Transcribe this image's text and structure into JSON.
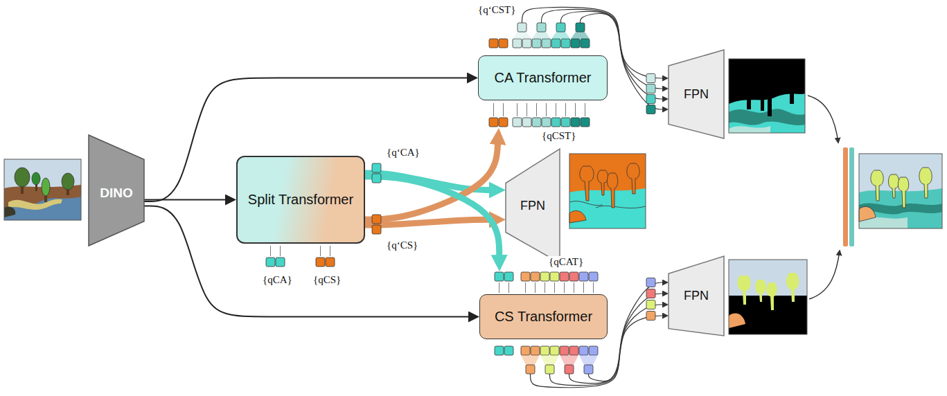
{
  "diagram": {
    "nodes": [
      {
        "text": [
          "DINO"
        ]
      },
      {
        "text": [
          "Split Transformer"
        ]
      },
      {
        "text": [
          "CA Transformer"
        ]
      },
      {
        "text": [
          "FPN"
        ]
      },
      {
        "text": [
          "FPN"
        ]
      },
      {
        "text": [
          "CS Transformer"
        ]
      },
      {
        "text": [
          "FPN"
        ]
      }
    ],
    "edges": [
      {
        "from": 0,
        "to": 1,
        "arrow": "to"
      },
      {
        "from": 0,
        "to": 2,
        "arrow": "to"
      },
      {
        "from": 0,
        "to": 5,
        "arrow": "to"
      },
      {
        "from": 1,
        "to": 4,
        "arrow": "to"
      },
      {
        "from": 1,
        "to": 4,
        "arrow": "to"
      },
      {
        "from": 1,
        "to": 2,
        "arrow": "to"
      },
      {
        "from": 1,
        "to": 5,
        "arrow": "to"
      },
      {
        "from": 2,
        "to": 3,
        "arrow": "to"
      },
      {
        "from": 2,
        "to": 3,
        "arrow": "to"
      },
      {
        "from": 2,
        "to": 3,
        "arrow": "to"
      },
      {
        "from": 2,
        "to": 3,
        "arrow": "to"
      },
      {
        "from": 5,
        "to": 6,
        "arrow": "to"
      },
      {
        "from": 5,
        "to": 6,
        "arrow": "to"
      },
      {
        "from": 5,
        "to": 6,
        "arrow": "to"
      },
      {
        "from": 5,
        "to": 6,
        "arrow": "to"
      }
    ],
    "labels": [
      "{q‘CST}",
      "{qCST}",
      "{q‘CA}",
      "{q‘CS}",
      "{qCA}",
      "{qCS}",
      "{qCAT}"
    ]
  }
}
